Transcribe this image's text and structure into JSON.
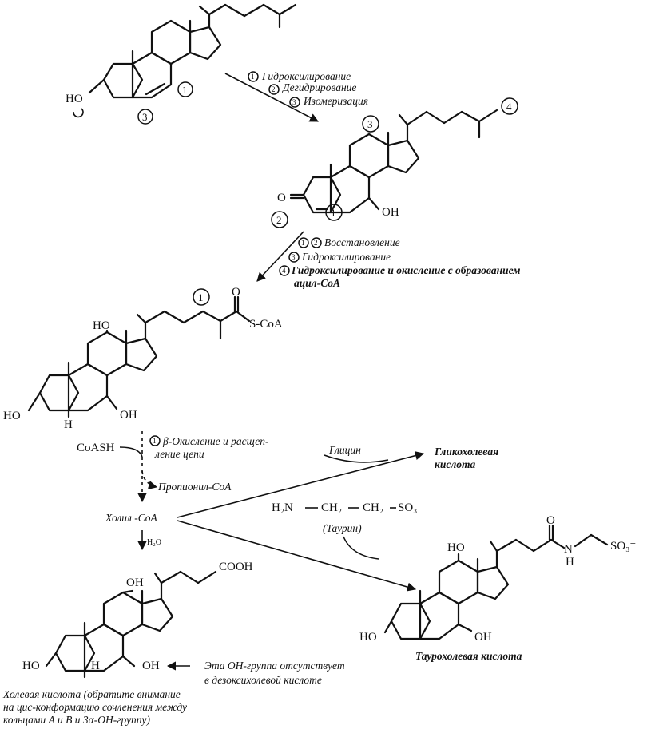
{
  "mol1": {
    "ho": "HO",
    "circles": [
      "1",
      "3"
    ]
  },
  "step1": {
    "n1": "1",
    "l1": "Гидроксилирование",
    "n2": "2",
    "l2": "Дегидрирование",
    "n3": "3",
    "l3": "Изомеризация"
  },
  "mol2": {
    "o": "O",
    "oh": "OH",
    "circles": [
      "3",
      "4",
      "2",
      "1"
    ]
  },
  "step2": {
    "n1": "1",
    "n2": "2",
    "l1": "Восстановление",
    "n3": "3",
    "l2": "Гидроксилирование",
    "n4": "4",
    "l3": "Гидроксилирование и окисление с образованием",
    "l4": "ацил-CoA"
  },
  "mol3": {
    "circle": "1",
    "o": "O",
    "scoa": "S-CoA",
    "ho_top": "HO",
    "ho_left": "HO",
    "h": "H",
    "oh": "OH"
  },
  "step3": {
    "coash": "CoASH",
    "n1": "1",
    "l1": "β-Окисление и расщеп-",
    "l2": "ление цепи",
    "propionyl": "Пропионил-CoA",
    "cholyl": "Холил -CoA",
    "water": "H₂O"
  },
  "glycine": {
    "label": "Глицин",
    "product_1": "Гликохолевая",
    "product_2": "кислота"
  },
  "taurine": {
    "h2n": "H₂N",
    "ch2a": "CH₂",
    "ch2b": "CH₂",
    "so3": "SO₃⁻",
    "name": "(Таурин)"
  },
  "cholic": {
    "cooh": "COOH",
    "oh_top": "OH",
    "ho": "HO",
    "h": "H",
    "oh": "OH",
    "note_1": "Эта OH-группа отсутствует",
    "note_2": "в дезоксихолевой кислоте",
    "caption_1": "Холевая кислота (обратите внимание",
    "caption_2": "на цис-конформацию сочленения между",
    "caption_3": "кольцами A и B и 3α-OH-группу)"
  },
  "taurocholic": {
    "o": "O",
    "nh": "N",
    "h": "H",
    "so3": "SO₃⁻",
    "ho_top": "HO",
    "ho": "HO",
    "oh": "OH",
    "caption": "Таурохолевая кислота"
  }
}
